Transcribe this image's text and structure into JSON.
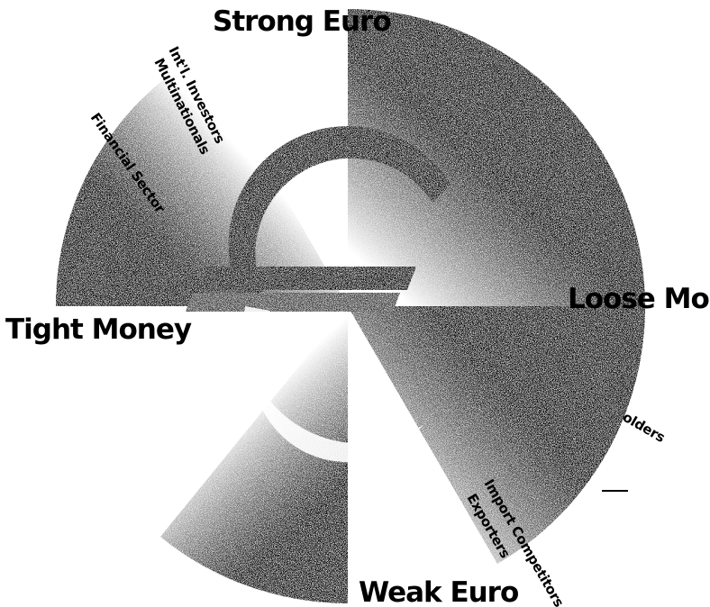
{
  "axes": {
    "top": "Strong Euro",
    "bottom": "Weak Euro",
    "left": "Tight Money",
    "right": "Loose Money"
  },
  "groups": {
    "intl_investors": "Int'l. Investors",
    "multinationals": "Multinationals",
    "financial": "Financial Sector",
    "bondholders": "olders",
    "import_competitors": "Import Competitors",
    "exporters": "Exporters"
  },
  "colors": {
    "ink": "#000000",
    "paper": "#ffffff"
  },
  "center_symbol": "euro-sign"
}
